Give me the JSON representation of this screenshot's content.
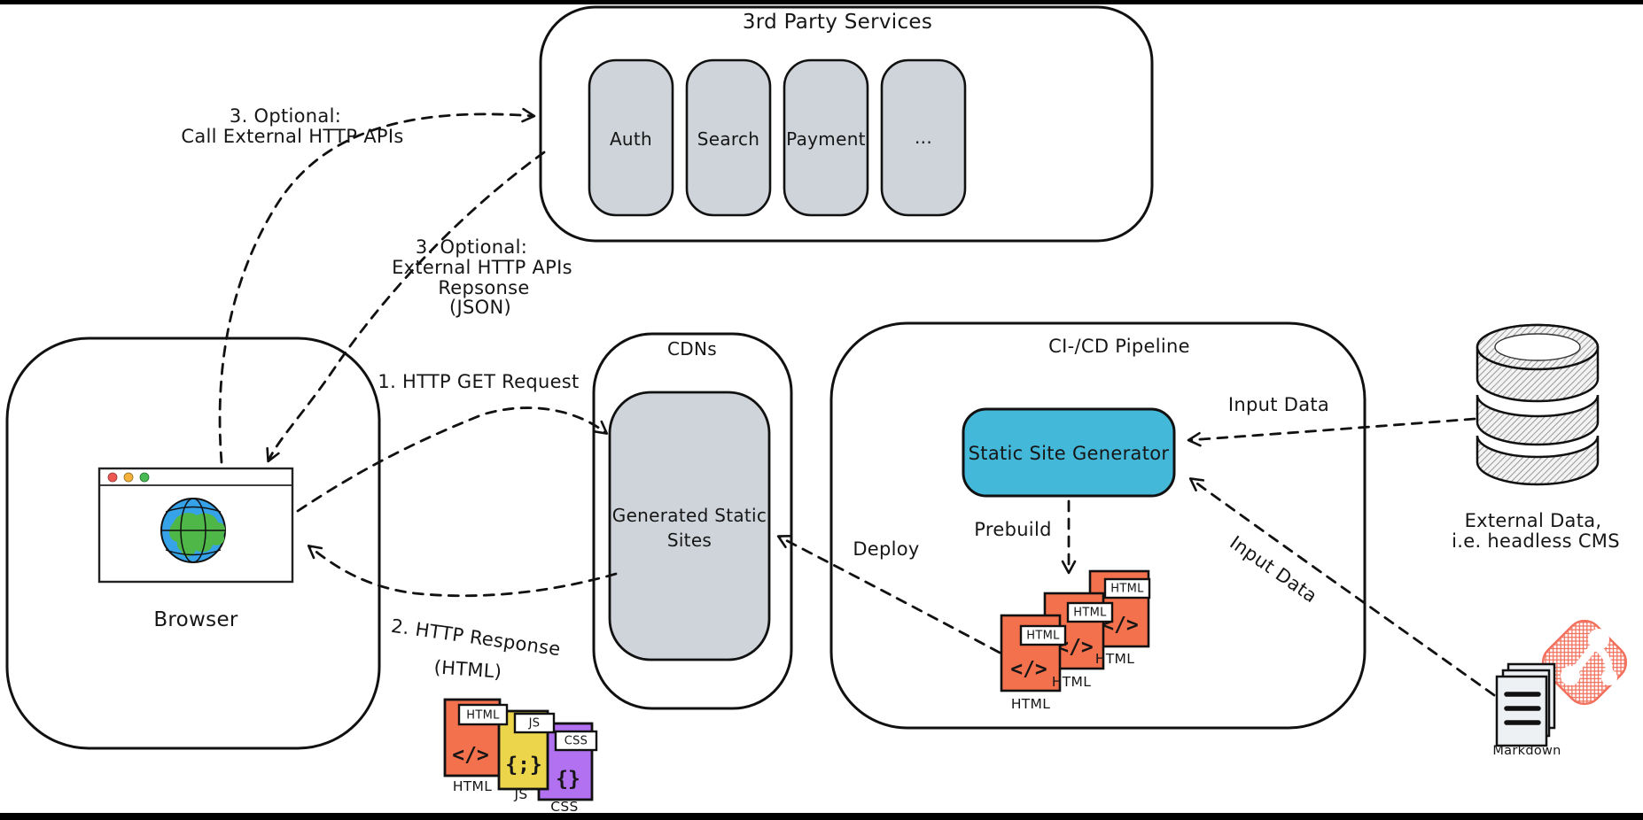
{
  "diagram": {
    "third_party": {
      "title": "3rd Party Services",
      "services": [
        {
          "label": "Auth"
        },
        {
          "label": "Search"
        },
        {
          "label": "Payment"
        },
        {
          "label": "..."
        }
      ]
    },
    "browser": {
      "label": "Browser"
    },
    "cdn": {
      "title": "CDNs",
      "generated_line1": "Generated Static",
      "generated_line2": "Sites"
    },
    "pipeline": {
      "title": "CI-/CD Pipeline",
      "ssg_label": "Static Site Generator",
      "html_stack": {
        "tag": "HTML",
        "glyph": "</>",
        "labels": [
          "HTML",
          "HTML",
          "HTML"
        ]
      }
    },
    "external_data": {
      "caption_line1": "External Data,",
      "caption_line2": "i.e. headless CMS"
    },
    "markdown": {
      "label": "Markdown"
    },
    "files": {
      "html": {
        "tag": "HTML",
        "label": "HTML",
        "glyph": "</>"
      },
      "js": {
        "tag": "JS",
        "label": "JS",
        "glyph": "{;}"
      },
      "css": {
        "tag": "CSS",
        "label": "CSS",
        "glyph": "{}"
      }
    },
    "arrows": {
      "call_apis": {
        "line1": "3. Optional:",
        "line2": "Call External HTTP APIs"
      },
      "apis_response": {
        "line1": "3. Optional:",
        "line2": "External HTTP APIs",
        "line3": "Repsonse",
        "line4": "(JSON)"
      },
      "get_request": {
        "label": "1. HTTP GET Request"
      },
      "http_response": {
        "line1": "2. HTTP Response",
        "line2": "(HTML)"
      },
      "deploy": {
        "label": "Deploy"
      },
      "prebuild": {
        "label": "Prebuild"
      },
      "input_data_db": {
        "label": "Input Data"
      },
      "input_data_md": {
        "label": "Input Data"
      }
    },
    "colors": {
      "box_gray": "#ced4da",
      "accent_cyan": "#44b8d8",
      "html_orange": "#f4714d",
      "js_yellow": "#ecd54b",
      "css_purple": "#b171f0",
      "git_red": "#f2705c",
      "globe_blue": "#36a3e8",
      "globe_green": "#4fb648",
      "dot_red": "#ef5753",
      "dot_yellow": "#f5b23b",
      "dot_green": "#47bb51"
    }
  }
}
